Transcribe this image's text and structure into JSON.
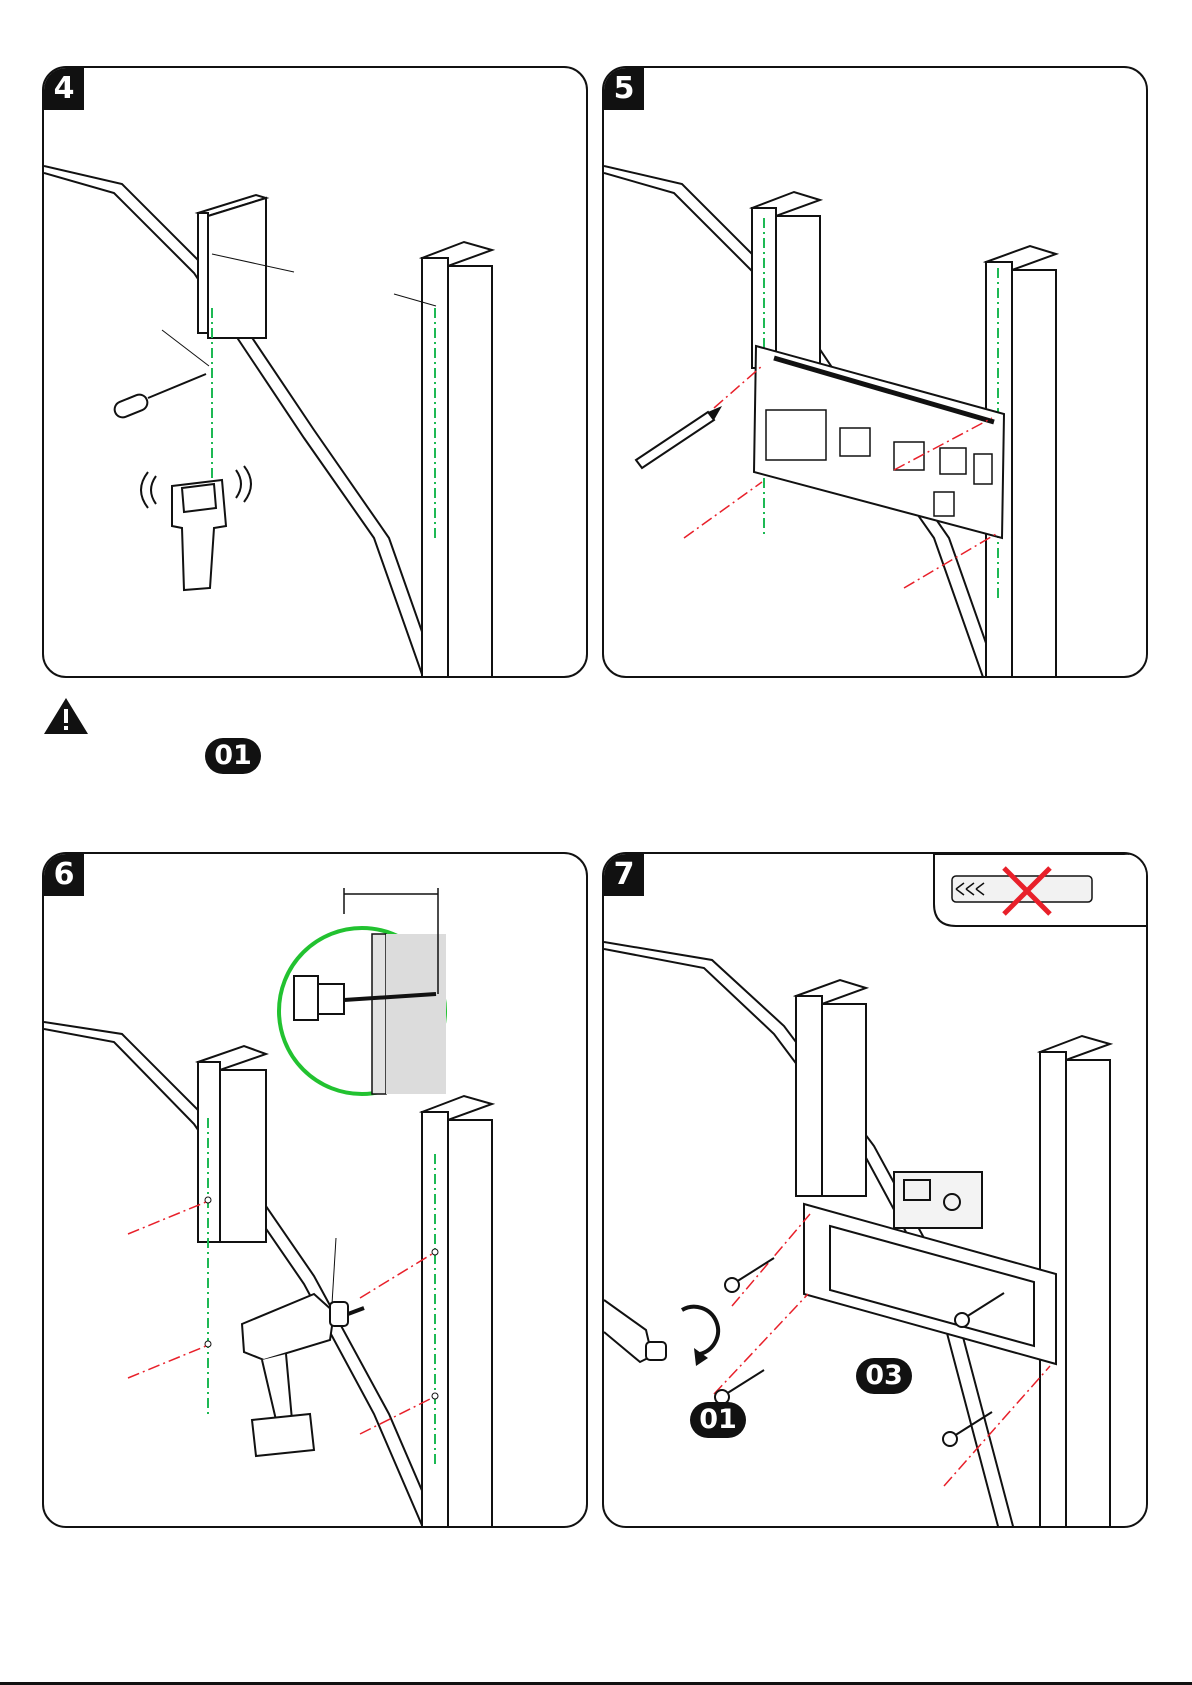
{
  "steps": [
    {
      "number": "4"
    },
    {
      "number": "5"
    },
    {
      "number": "6"
    },
    {
      "number": "7"
    }
  ],
  "parts": {
    "screw": "01",
    "wall_plate": "03"
  },
  "colors": {
    "stud_line": "#1db954",
    "drill_line": "#e8202a",
    "outline": "#111111",
    "forbidden": "#e8202a",
    "magnifier_ring": "#22c230"
  },
  "icons": [
    "warning-icon",
    "stud-finder-icon",
    "awl-icon",
    "pencil-icon",
    "drill-icon",
    "wrench-icon",
    "rotate-arrow-icon",
    "level-icon",
    "anchor-forbidden-icon"
  ]
}
